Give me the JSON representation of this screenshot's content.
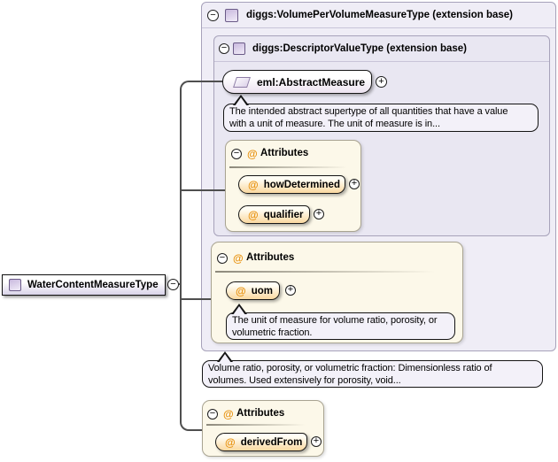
{
  "root_box": {
    "label": "WaterContentMeasureType"
  },
  "containers": {
    "outer": {
      "label": "diggs:VolumePerVolumeMeasureType (extension base)"
    },
    "inner": {
      "label": "diggs:DescriptorValueType (extension base)"
    }
  },
  "element": {
    "label": "eml:AbstractMeasure",
    "annotation": {
      "line1": "The intended abstract supertype of all quantities that have a value",
      "line2": "with a unit of measure. The unit of measure is in..."
    }
  },
  "attribute_groups": [
    {
      "title": "Attributes",
      "attributes": [
        {
          "name": "howDetermined"
        },
        {
          "name": "qualifier"
        }
      ]
    },
    {
      "title": "Attributes",
      "attributes": [
        {
          "name": "uom"
        }
      ],
      "annotation": {
        "line1": "The unit of measure for volume ratio, porosity, or",
        "line2": "volumetric fraction."
      }
    },
    {
      "title": "Attributes",
      "attributes": [
        {
          "name": "derivedFrom"
        }
      ]
    }
  ],
  "type_annotation": {
    "line1": "Volume ratio, porosity, or volumetric fraction: Dimensionless ratio of",
    "line2": "volumes. Used extensively for porosity, void..."
  },
  "glyphs": {
    "collapse": "−",
    "expand": "+",
    "attribute": "@"
  },
  "colors": {
    "outer_container_bg": "#efedf6",
    "inner_container_bg": "#e9e7f2",
    "attr_box_bg": "#fcf8e9",
    "attr_bubble_bottom": "#fad8a0",
    "element_bubble_bottom": "#ece2f0",
    "annotation_bg": "#f3f1f9",
    "accent_orange": "#e8920f",
    "connector": "#4f4f4f"
  }
}
